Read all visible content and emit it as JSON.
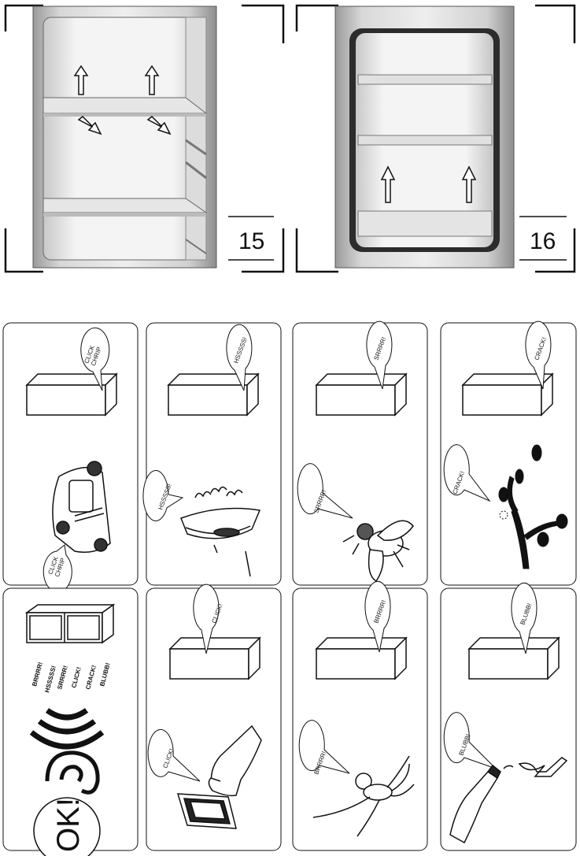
{
  "figures": [
    {
      "number": "15"
    },
    {
      "number": "16"
    }
  ],
  "panels": [
    {
      "box_bubble": [
        "CLICK",
        "CHRIP"
      ],
      "scene_bubble": [
        "CLICK",
        "CHRIP"
      ],
      "scene_icon": "car-icon"
    },
    {
      "box_bubble": [
        "HSSSSS!"
      ],
      "scene_bubble": [
        "HSSSSS!"
      ],
      "scene_icon": "steam-iron-icon"
    },
    {
      "box_bubble": [
        "SRRRR!"
      ],
      "scene_bubble": [
        "SRRRR!"
      ],
      "scene_icon": "fly-icon"
    },
    {
      "box_bubble": [
        "CRACK!"
      ],
      "scene_bubble": [
        "CRACK!"
      ],
      "scene_icon": "branch-icon"
    },
    {
      "noises": [
        "BRRRR!",
        "HSSSSS!",
        "SRRRR!",
        "CLICK!",
        "CRACK!",
        "BLUBB!"
      ],
      "ok": "OK!",
      "scene_icon": "ear-icon"
    },
    {
      "box_bubble": [
        "CLICK!"
      ],
      "scene_bubble": [
        "CLICK!"
      ],
      "scene_icon": "finger-switch-icon"
    },
    {
      "box_bubble": [
        "BRRRR!"
      ],
      "scene_bubble": [
        "BRRRR!"
      ],
      "scene_icon": "monkey-icon"
    },
    {
      "box_bubble": [
        "BLUBB!"
      ],
      "scene_bubble": [
        "BLUBB!"
      ],
      "scene_icon": "bottle-glass-icon"
    }
  ]
}
